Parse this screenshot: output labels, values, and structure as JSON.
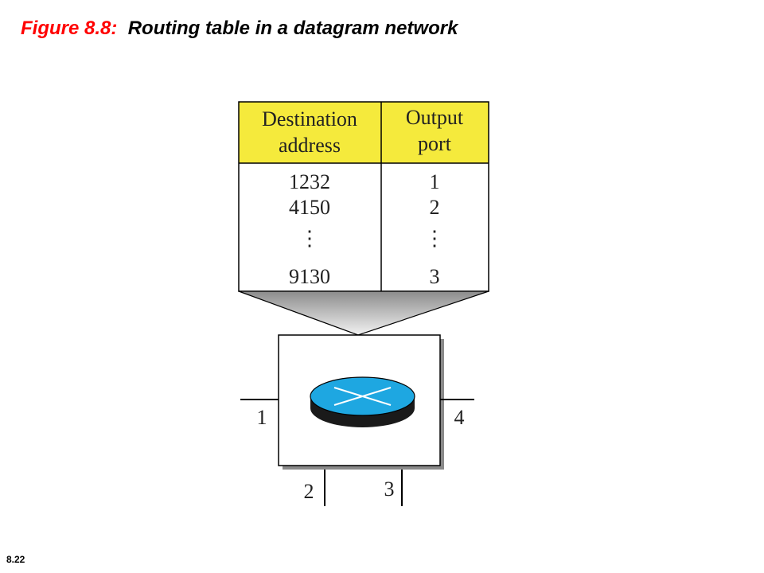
{
  "title": {
    "figure_label": "Figure 8.8:",
    "caption": "Routing table in a datagram network"
  },
  "page_number": "8.22",
  "routing_table": {
    "header_destination_line1": "Destination",
    "header_destination_line2": "address",
    "header_output_line1": "Output",
    "header_output_line2": "port",
    "rows": [
      {
        "address": "1232",
        "port": "1"
      },
      {
        "address": "4150",
        "port": "2"
      },
      {
        "address": "⋮",
        "port": "⋮"
      },
      {
        "address": "9130",
        "port": "3"
      }
    ],
    "header_color": "#f5ea3c"
  },
  "router": {
    "ports": {
      "left": "1",
      "bottom_left": "2",
      "bottom_right": "3",
      "right": "4"
    },
    "disk_color": "#1ea7e1"
  }
}
